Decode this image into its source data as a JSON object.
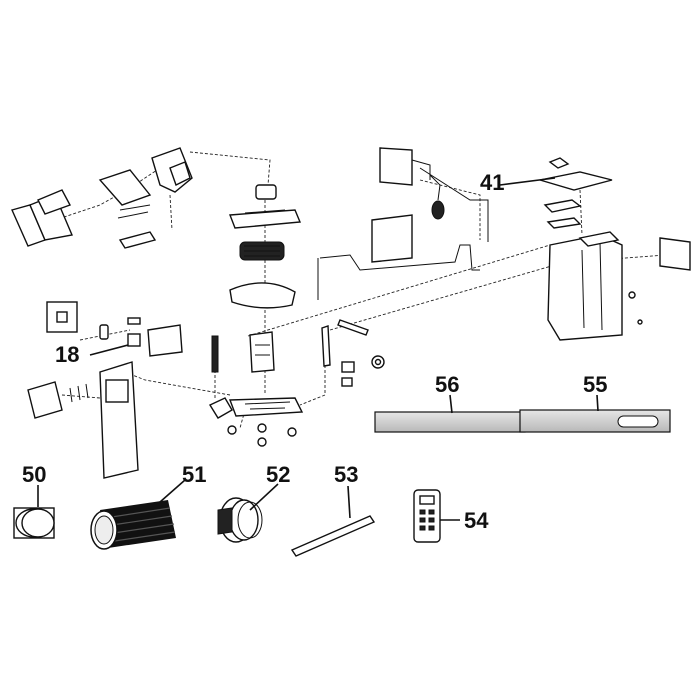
{
  "callouts": [
    {
      "id": "41",
      "text": "41"
    },
    {
      "id": "18",
      "text": "18"
    },
    {
      "id": "56",
      "text": "56"
    },
    {
      "id": "55",
      "text": "55"
    },
    {
      "id": "50",
      "text": "50"
    },
    {
      "id": "51",
      "text": "51"
    },
    {
      "id": "52",
      "text": "52"
    },
    {
      "id": "53",
      "text": "53"
    },
    {
      "id": "54",
      "text": "54"
    }
  ]
}
